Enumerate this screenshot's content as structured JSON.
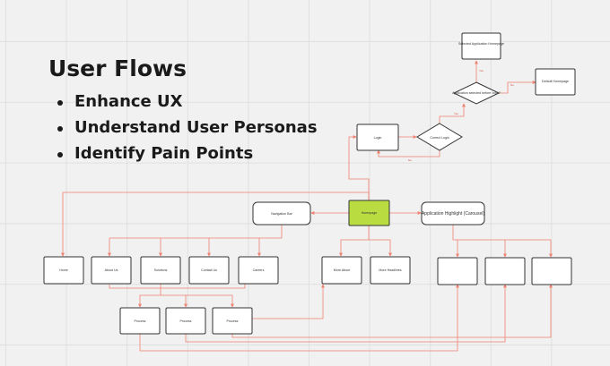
{
  "heading": {
    "title": "User Flows",
    "bullets": [
      "Enhance UX",
      "Understand User Personas",
      "Identify Pain Points"
    ]
  },
  "flow": {
    "nodes": {
      "selected_app_homepage": "Selected Application Homepage",
      "app_selected_decision": "Application selected before login?",
      "default_homepage": "Default Homepage",
      "login": "Login",
      "correct_login": "Correct Login",
      "homepage": "Homepage",
      "navigation_bar": "Navigation Bar",
      "app_highlight": "Application Highlight (Carousel)",
      "home": "Home",
      "about_us": "About Us",
      "solutions": "Solutions",
      "contact_us": "Contact Us",
      "careers": "Careers",
      "more_about": "More About",
      "more_headlines": "More Headlines",
      "process_1": "Process",
      "process_2": "Process",
      "process_3": "Process",
      "carousel_1": "",
      "carousel_2": "",
      "carousel_3": ""
    },
    "edge_labels": {
      "yes_to_selected": "Yes",
      "no_to_default": "No",
      "yes_to_decision": "Yes",
      "no_to_login": "No"
    },
    "colors": {
      "connector": "#f08070",
      "highlight_node": "#b9dd40",
      "background": "#f1f1f1"
    }
  }
}
